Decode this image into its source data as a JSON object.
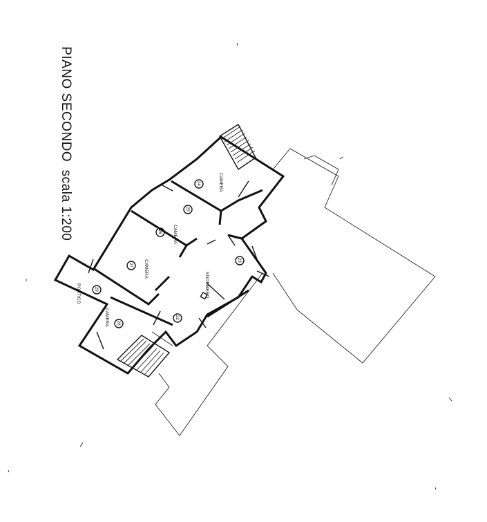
{
  "title": {
    "floor": "PIANO SECONDO",
    "scale": "scala 1:200"
  },
  "rooms": [
    {
      "label": "CAMERA",
      "number": "24"
    },
    {
      "label": "CAMERA",
      "number": "26"
    },
    {
      "label": "CAMERA",
      "number": "27"
    },
    {
      "label": "CAMERA",
      "number": "28"
    },
    {
      "label": "SGOMBERO",
      "number": "22"
    },
    {
      "label": "PORTICO",
      "number": "29"
    }
  ],
  "markers": [
    {
      "number": "25"
    },
    {
      "number": "23"
    }
  ],
  "colors": {
    "ink": "#111111",
    "paper": "#ffffff"
  }
}
